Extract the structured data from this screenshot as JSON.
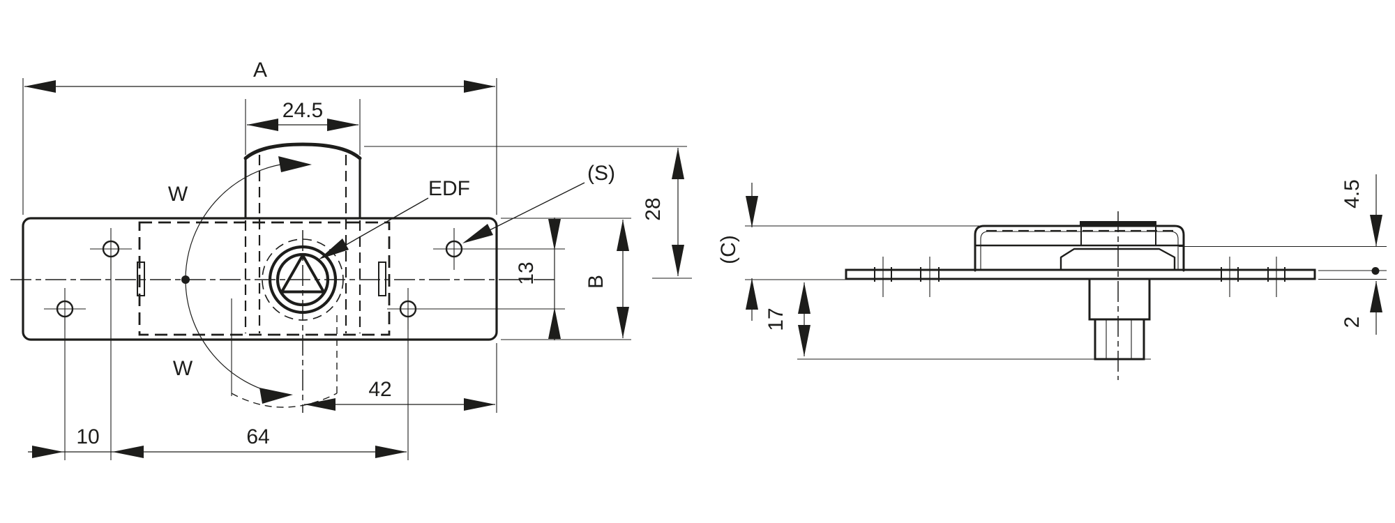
{
  "front_view": {
    "overall_length": "A",
    "cylinder_width": "24.5",
    "swing_top": "W",
    "swing_bottom": "W",
    "key_code": "EDF",
    "screw_hole": "(S)",
    "top_height": "28",
    "hole_offset_vertical": "13",
    "plate_height": "B",
    "center_to_edge": "42",
    "hole_offset_horizontal": "10",
    "hole_pitch": "64"
  },
  "side_view": {
    "body_height": "(C)",
    "spindle_length": "17",
    "front_clearance": "4.5",
    "plate_thickness": "2"
  },
  "colors": {
    "line": "#1d1d1b",
    "background": "#ffffff"
  }
}
